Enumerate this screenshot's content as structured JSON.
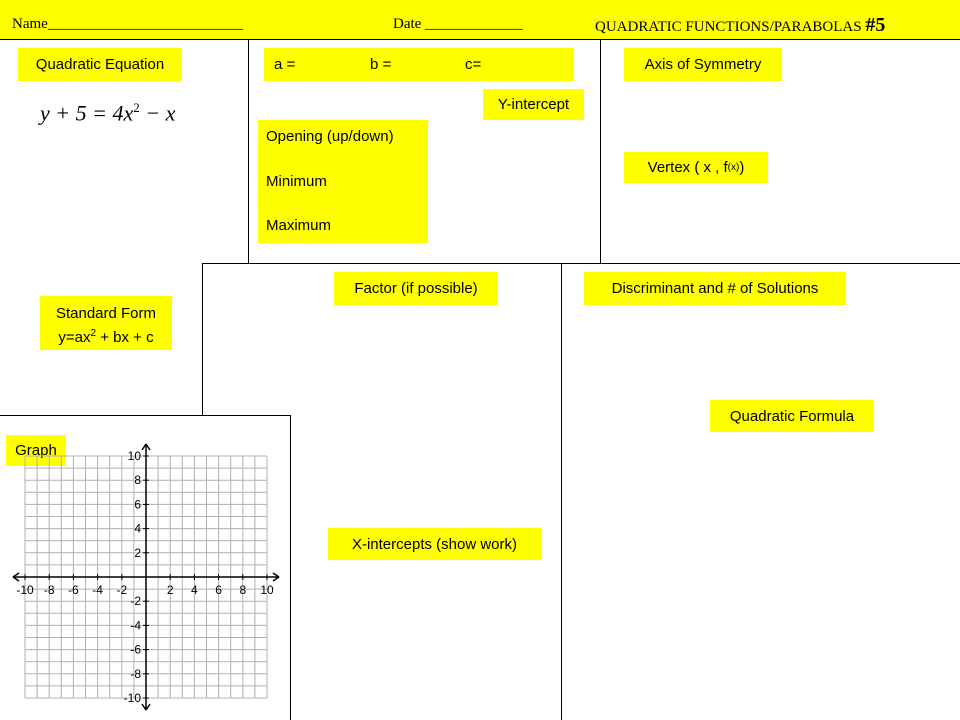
{
  "header": {
    "name_label": "Name__________________________",
    "date_label": "Date _____________",
    "title_main": "QUADRATIC FUNCTIONS/PARABOLAS",
    "title_num": "#5"
  },
  "labels": {
    "quadratic_equation": "Quadratic Equation",
    "a": "a =",
    "b": "b =",
    "c": "c=",
    "axis_of_symmetry": "Axis of Symmetry",
    "y_intercept": "Y-intercept",
    "opening": "Opening (up/down)",
    "minimum": "Minimum",
    "maximum": "Maximum",
    "vertex_prefix": "Vertex ( x , f",
    "vertex_sub": "(x)",
    "vertex_suffix": " )",
    "factor": "Factor (if possible)",
    "discriminant": "Discriminant and # of Solutions",
    "standard_form_title": "Standard Form",
    "standard_form_lhs": "y=ax",
    "standard_form_exp": "2",
    "standard_form_rhs": " + bx + c",
    "quadratic_formula": "Quadratic Formula",
    "graph": "Graph",
    "x_intercepts": "X-intercepts (show work)"
  },
  "equation": {
    "lhs": "y + 5 = 4x",
    "exp": "2",
    "rhs": " − x"
  },
  "graph": {
    "x_ticks": [
      "-10",
      "-8",
      "-6",
      "-4",
      "-2",
      "2",
      "4",
      "6",
      "8",
      "10"
    ],
    "y_ticks": [
      "10",
      "8",
      "6",
      "4",
      "2",
      "-2",
      "-4",
      "-6",
      "-8",
      "-10"
    ]
  },
  "colors": {
    "highlight": "#ffff00",
    "grid": "#b0b0b0"
  }
}
